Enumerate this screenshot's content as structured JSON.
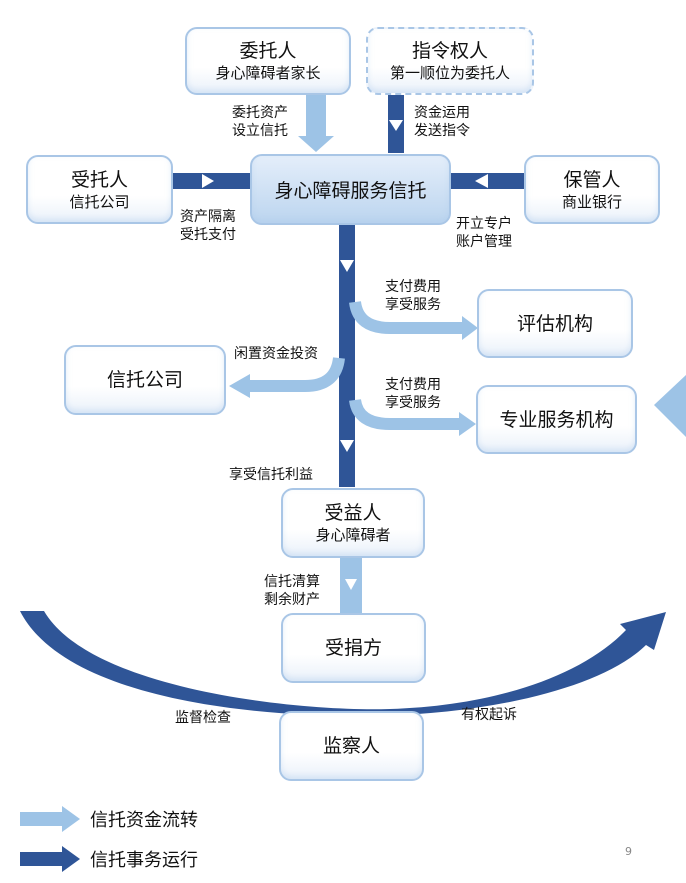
{
  "colors": {
    "fund_flow": "#9dc3e6",
    "operation": "#2f5597",
    "box_border": "#a9c6e6"
  },
  "nodes": {
    "settlor": {
      "title": "委托人",
      "subtitle": "身心障碍者家长"
    },
    "protector": {
      "title": "指令权人",
      "subtitle": "第一顺位为委托人"
    },
    "trustee": {
      "title": "受托人",
      "subtitle": "信托公司"
    },
    "trust": {
      "title": "身心障碍服务信托"
    },
    "custodian": {
      "title": "保管人",
      "subtitle": "商业银行"
    },
    "assessment": {
      "title": "评估机构"
    },
    "trust_company": {
      "title": "信托公司"
    },
    "professional": {
      "title": "专业服务机构"
    },
    "beneficiary": {
      "title": "受益人",
      "subtitle": "身心障碍者"
    },
    "donee": {
      "title": "受捐方"
    },
    "supervisor": {
      "title": "监察人"
    }
  },
  "edge_labels": {
    "settle": [
      "委托资产",
      "设立信托"
    ],
    "instruct": [
      "资金运用",
      "发送指令"
    ],
    "isolate": [
      "资产隔离",
      "受托支付"
    ],
    "custody": [
      "开立专户",
      "账户管理"
    ],
    "pay1": [
      "支付费用",
      "享受服务"
    ],
    "invest": "闲置资金投资",
    "pay2": [
      "支付费用",
      "享受服务"
    ],
    "benefit": "享受信托利益",
    "liquidate": [
      "信托清算",
      "剩余财产"
    ],
    "supervise": "监督检查",
    "sue": "有权起诉"
  },
  "legend": [
    {
      "label": "信托资金流转",
      "type": "fund_flow"
    },
    {
      "label": "信托事务运行",
      "type": "operation"
    }
  ],
  "page_number": "9"
}
